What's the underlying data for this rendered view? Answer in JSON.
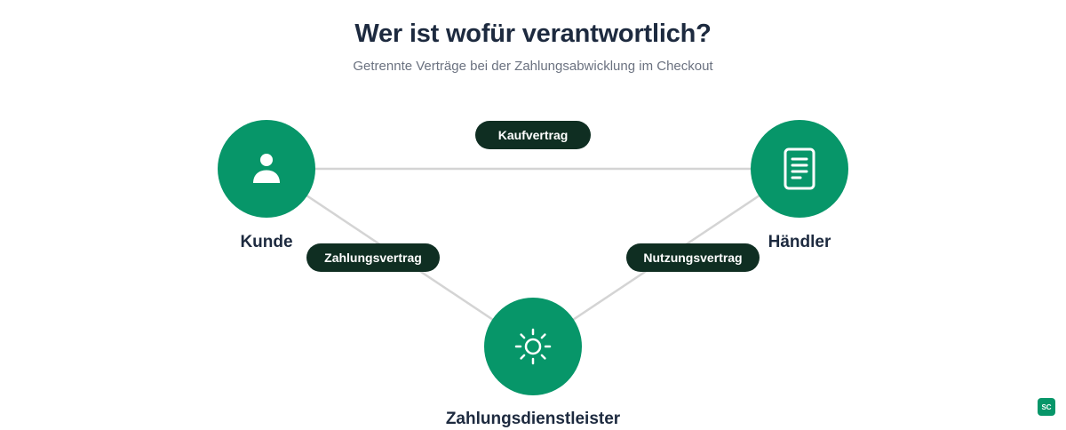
{
  "header": {
    "title": "Wer ist wofür verantwortlich?",
    "subtitle": "Getrennte Verträge bei der Zahlungsabwicklung im Checkout"
  },
  "nodes": {
    "kunde": {
      "label": "Kunde",
      "icon": "person-icon"
    },
    "haendler": {
      "label": "Händler",
      "icon": "document-icon"
    },
    "zahlungsdienstleister": {
      "label": "Zahlungsdienstleister",
      "icon": "sun-icon"
    }
  },
  "contracts": {
    "kaufvertrag": "Kaufvertrag",
    "zahlungsvertrag": "Zahlungsvertrag",
    "nutzungsvertrag": "Nutzungsvertrag"
  },
  "badge": {
    "text": "SC"
  },
  "colors": {
    "node_fill": "#079669",
    "pill_fill": "#0f2e22",
    "line": "#d4d4d4",
    "title": "#1d2a3f",
    "subtitle": "#6b7280"
  }
}
